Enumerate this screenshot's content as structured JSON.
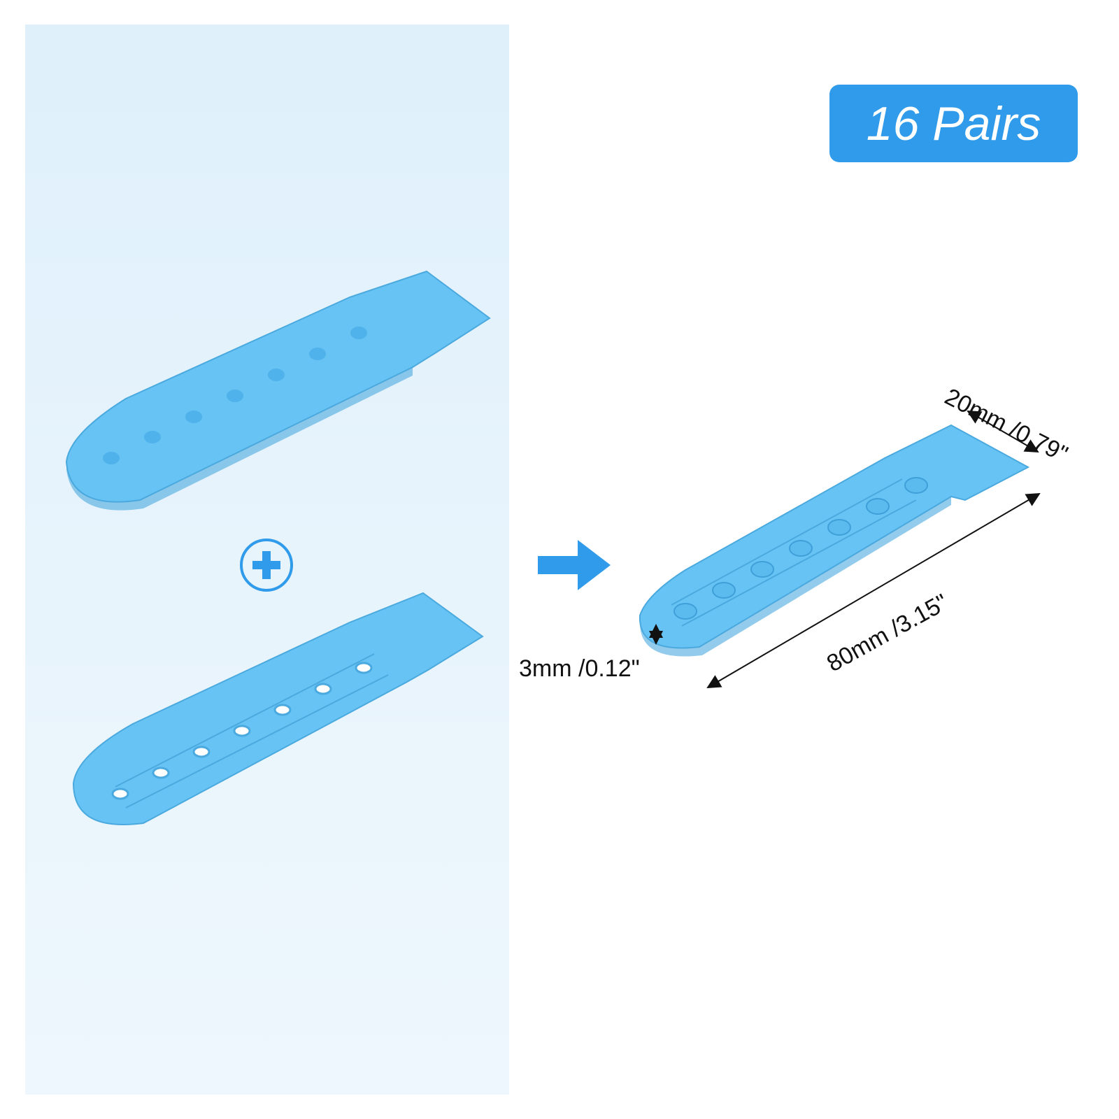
{
  "badge": {
    "label": "16 Pairs",
    "color": "#2f9bea"
  },
  "dimensions": {
    "thickness": "3mm /0.12\"",
    "width": "20mm /0.79\"",
    "length": "80mm /3.15\""
  },
  "icons": {
    "plus": "plus-circle-icon",
    "arrow": "arrow-right-icon"
  },
  "colors": {
    "strap": "#67c3f3",
    "strap_dark": "#4aa9de",
    "accent": "#2f9bea",
    "panel": "#e6f3fc"
  }
}
